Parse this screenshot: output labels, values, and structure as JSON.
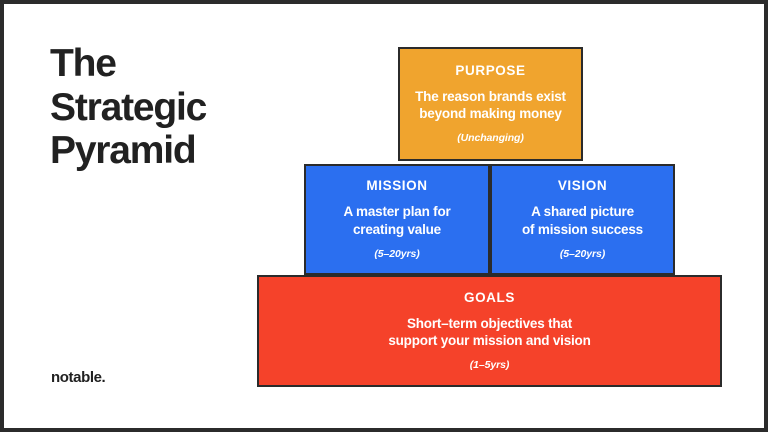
{
  "slide": {
    "title": "The\nStrategic\nPyramid",
    "logo": "notable.",
    "background_color": "#ffffff",
    "border_color": "#2b2b2b"
  },
  "pyramid": {
    "levels": [
      {
        "id": "purpose",
        "heading": "PURPOSE",
        "description": "The reason brands exist\nbeyond making money",
        "timeframe": "(Unchanging)",
        "color": "#F0A42E",
        "tier": 1
      },
      {
        "id": "mission",
        "heading": "MISSION",
        "description": "A master plan for\ncreating value",
        "timeframe": "(5–20yrs)",
        "color": "#2B6FF0",
        "tier": 2
      },
      {
        "id": "vision",
        "heading": "VISION",
        "description": "A shared picture\nof mission success",
        "timeframe": "(5–20yrs)",
        "color": "#2B6FF0",
        "tier": 2
      },
      {
        "id": "goals",
        "heading": "GOALS",
        "description": "Short–term objectives that\nsupport your mission and vision",
        "timeframe": "(1–5yrs)",
        "color": "#F5422A",
        "tier": 3
      }
    ]
  }
}
